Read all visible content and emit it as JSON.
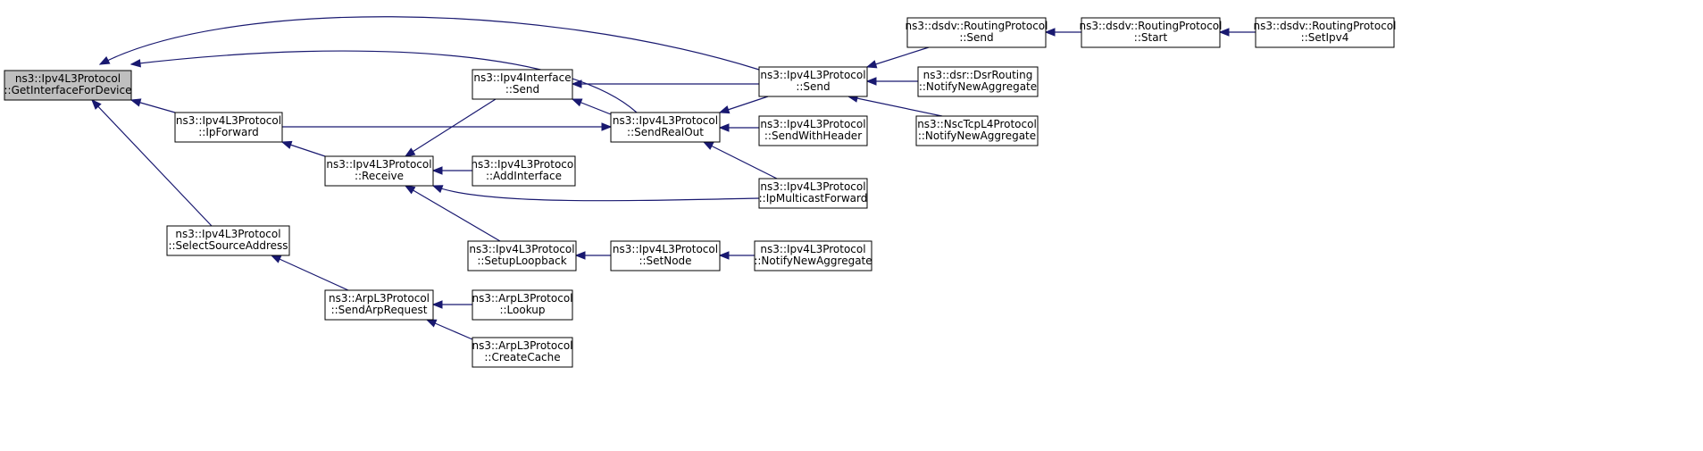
{
  "graph": {
    "colors": {
      "edge": "#191970",
      "node_fill": "#ffffff",
      "focus_fill": "#bfbfbf",
      "border": "#000000"
    },
    "nodes": [
      {
        "id": "getif",
        "line1": "ns3::Ipv4L3Protocol",
        "line2": "::GetInterfaceForDevice",
        "focus": true
      },
      {
        "id": "ipfwd",
        "line1": "ns3::Ipv4L3Protocol",
        "line2": "::IpForward"
      },
      {
        "id": "receive",
        "line1": "ns3::Ipv4L3Protocol",
        "line2": "::Receive"
      },
      {
        "id": "selsrc",
        "line1": "ns3::Ipv4L3Protocol",
        "line2": "::SelectSourceAddress"
      },
      {
        "id": "sendarp",
        "line1": "ns3::ArpL3Protocol",
        "line2": "::SendArpRequest"
      },
      {
        "id": "ifsend",
        "line1": "ns3::Ipv4Interface",
        "line2": "::Send"
      },
      {
        "id": "addif",
        "line1": "ns3::Ipv4L3Protocol",
        "line2": "::AddInterface"
      },
      {
        "id": "setuplb",
        "line1": "ns3::Ipv4L3Protocol",
        "line2": "::SetupLoopback"
      },
      {
        "id": "lookup",
        "line1": "ns3::ArpL3Protocol",
        "line2": "::Lookup"
      },
      {
        "id": "createcache",
        "line1": "ns3::ArpL3Protocol",
        "line2": "::CreateCache"
      },
      {
        "id": "sendreal",
        "line1": "ns3::Ipv4L3Protocol",
        "line2": "::SendRealOut"
      },
      {
        "id": "setnode",
        "line1": "ns3::Ipv4L3Protocol",
        "line2": "::SetNode"
      },
      {
        "id": "send",
        "line1": "ns3::Ipv4L3Protocol",
        "line2": "::Send"
      },
      {
        "id": "sendhdr",
        "line1": "ns3::Ipv4L3Protocol",
        "line2": "::SendWithHeader"
      },
      {
        "id": "ipmcast",
        "line1": "ns3::Ipv4L3Protocol",
        "line2": "::IpMulticastForward"
      },
      {
        "id": "notifyagg",
        "line1": "ns3::Ipv4L3Protocol",
        "line2": "::NotifyNewAggregate"
      },
      {
        "id": "dsdvsend",
        "line1": "ns3::dsdv::RoutingProtocol",
        "line2": "::Send"
      },
      {
        "id": "dsrnotify",
        "line1": "ns3::dsr::DsrRouting",
        "line2": "::NotifyNewAggregate"
      },
      {
        "id": "nscnotify",
        "line1": "ns3::NscTcpL4Protocol",
        "line2": "::NotifyNewAggregate"
      },
      {
        "id": "dsdvstart",
        "line1": "ns3::dsdv::RoutingProtocol",
        "line2": "::Start"
      },
      {
        "id": "dsdvsetipv4",
        "line1": "ns3::dsdv::RoutingProtocol",
        "line2": "::SetIpv4"
      }
    ],
    "edges": [
      {
        "from": "ipfwd",
        "to": "getif"
      },
      {
        "from": "selsrc",
        "to": "getif"
      },
      {
        "from": "sendreal",
        "to": "getif"
      },
      {
        "from": "send",
        "to": "getif"
      },
      {
        "from": "receive",
        "to": "ipfwd"
      },
      {
        "from": "ipfwd",
        "to": "sendreal"
      },
      {
        "from": "sendarp",
        "to": "selsrc"
      },
      {
        "from": "ifsend",
        "to": "receive"
      },
      {
        "from": "addif",
        "to": "receive"
      },
      {
        "from": "setuplb",
        "to": "receive"
      },
      {
        "from": "ipmcast",
        "to": "receive"
      },
      {
        "from": "lookup",
        "to": "sendarp"
      },
      {
        "from": "createcache",
        "to": "sendarp"
      },
      {
        "from": "send",
        "to": "ifsend"
      },
      {
        "from": "sendreal",
        "to": "ifsend"
      },
      {
        "from": "setnode",
        "to": "setuplb"
      },
      {
        "from": "send",
        "to": "sendreal"
      },
      {
        "from": "sendhdr",
        "to": "sendreal"
      },
      {
        "from": "ipmcast",
        "to": "sendreal"
      },
      {
        "from": "notifyagg",
        "to": "setnode"
      },
      {
        "from": "dsdvsend",
        "to": "send"
      },
      {
        "from": "dsrnotify",
        "to": "send"
      },
      {
        "from": "nscnotify",
        "to": "send"
      },
      {
        "from": "dsdvstart",
        "to": "dsdvsend"
      },
      {
        "from": "dsdvsetipv4",
        "to": "dsdvstart"
      }
    ]
  }
}
